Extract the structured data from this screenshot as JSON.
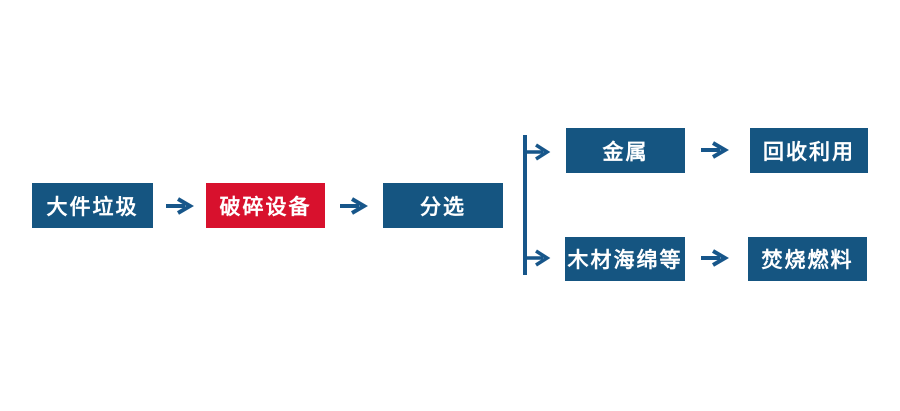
{
  "colors": {
    "node_blue": "#155581",
    "node_red": "#D8112D",
    "connector_blue": "#17568A",
    "text_on_node": "#FFFFFF",
    "background": "#FFFFFF"
  },
  "flow": {
    "main_chain": [
      {
        "id": "bulky-waste",
        "label": "大件垃圾",
        "style": "blue"
      },
      {
        "id": "crushing-equipment",
        "label": "破碎设备",
        "style": "red"
      },
      {
        "id": "sorting",
        "label": "分选",
        "style": "blue"
      }
    ],
    "branches": [
      {
        "name": "metal-branch",
        "nodes": [
          {
            "id": "metal",
            "label": "金属",
            "style": "blue"
          },
          {
            "id": "recycling",
            "label": "回收利用",
            "style": "blue"
          }
        ]
      },
      {
        "name": "combustible-branch",
        "nodes": [
          {
            "id": "wood-sponge-etc",
            "label": "木材海绵等",
            "style": "blue"
          },
          {
            "id": "incineration-fuel",
            "label": "焚烧燃料",
            "style": "blue"
          }
        ]
      }
    ]
  }
}
